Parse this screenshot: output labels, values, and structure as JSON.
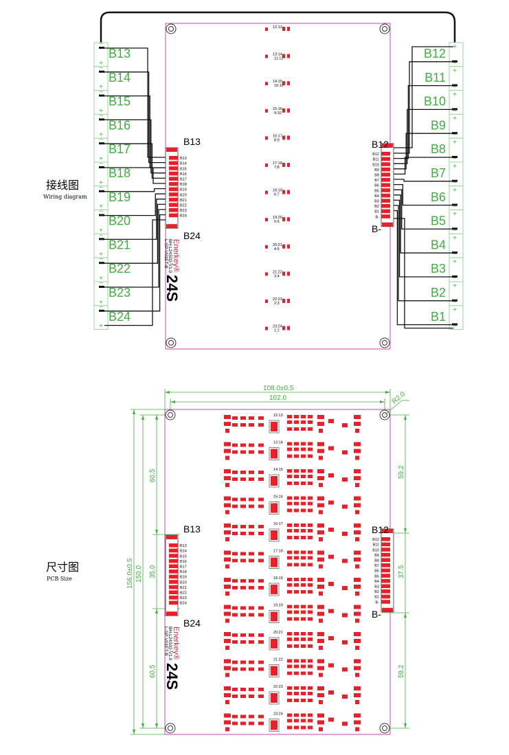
{
  "wiring_caption": {
    "cn": "接线图",
    "en": "Wiring diagram"
  },
  "size_caption": {
    "cn": "尺寸图",
    "en": "PCB Size"
  },
  "left_cells": [
    "B13",
    "B14",
    "B15",
    "B16",
    "B17",
    "B18",
    "B19",
    "B20",
    "B21",
    "B22",
    "B23",
    "B24"
  ],
  "right_cells": [
    "B12",
    "B11",
    "B10",
    "B9",
    "B8",
    "B7",
    "B6",
    "B5",
    "B4",
    "B3",
    "B2",
    "B1"
  ],
  "left_connector": {
    "top": "B13",
    "bottom": "B24",
    "pins": [
      "B13",
      "B14",
      "B15",
      "B16",
      "B17",
      "B18",
      "B19",
      "B20",
      "B21",
      "B22",
      "B23",
      "B24"
    ]
  },
  "right_connector": {
    "top": "B12",
    "bottom": "B-",
    "pins": [
      "B12",
      "B11",
      "B10",
      "B9",
      "B8",
      "B7",
      "B6",
      "B5",
      "B4",
      "B3",
      "B2",
      "B1",
      "B-"
    ]
  },
  "channel_labels": [
    "12:13",
    "13:14",
    "14:15",
    "15:16",
    "16:17",
    "17:18",
    "18:19",
    "19:20",
    "20:21",
    "21:22",
    "22:23",
    "23:24"
  ],
  "channel_sublabels": [
    "",
    "11:12",
    "10:11",
    "9:10",
    "8:9",
    "7:8",
    "6:7",
    "5:6",
    "4:5",
    "3:4",
    "2:3",
    "1:2"
  ],
  "brand": "Enerkey®",
  "model": [
    "BH-L24S02-V1.0",
    "L-SP-V01ET-B"
  ],
  "series": "24S",
  "dimensions": {
    "outer_width": "108.0±0.5",
    "hole_span_width": "102.0",
    "corner_radius": "R2.0",
    "outer_height": "156.0±0.5",
    "hole_span_height": "150.0",
    "left_top": "60.5",
    "left_conn": "35.0",
    "left_bottom": "60.5",
    "right_top": "59.2",
    "right_conn": "37.5",
    "right_bottom": "59.2"
  },
  "colors": {
    "board": "#cc44aa",
    "pad": "#e8202a",
    "wire": "#111111",
    "dim": "#3bb23b",
    "brand": "#d0243a"
  }
}
